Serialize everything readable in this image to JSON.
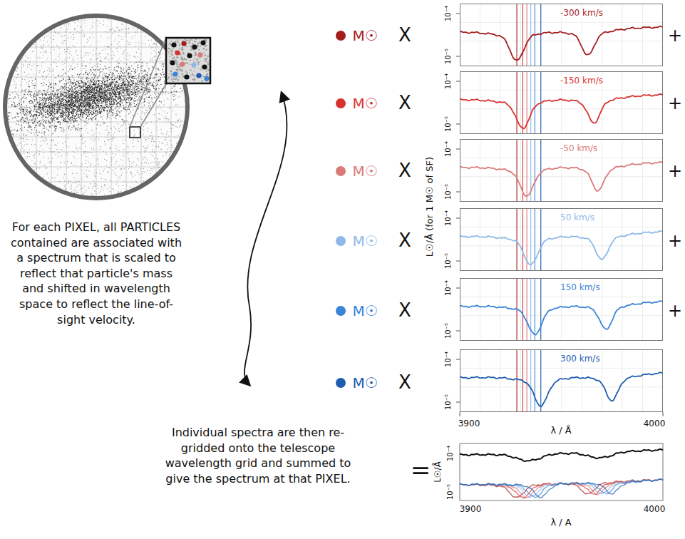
{
  "diagram": {
    "nodes": [
      {
        "text": [
          "-300 km/s"
        ]
      },
      {
        "text": [
          "-150 km/s"
        ]
      },
      {
        "text": [
          "-50 km/s"
        ]
      },
      {
        "text": [
          "50 km/s"
        ]
      },
      {
        "text": [
          "150 km/s"
        ]
      },
      {
        "text": [
          "300 km/s"
        ]
      }
    ],
    "labels": [
      "For each PIXEL, all PARTICLES contained are associated with a spectrum that is scaled to reflect that particle's mass and shifted in wavelength space to reflect the line-of-sight velocity.",
      "Individual spectra are then re-gridded onto the telescope wavelength grid and summed to give the spectrum at that PIXEL.",
      "M☉",
      "M☉",
      "M☉",
      "M☉",
      "M☉",
      "M☉",
      "X",
      "X",
      "X",
      "X",
      "X",
      "X",
      "+",
      "+",
      "+",
      "+",
      "+",
      "=",
      "L☉/Å (for 1 M☉ of SF)",
      "10⁻⁴",
      "10⁻⁵",
      "10⁻⁴",
      "10⁻⁵",
      "10⁻⁴",
      "10⁻⁵",
      "10⁻⁴",
      "10⁻⁵",
      "10⁻⁴",
      "10⁻⁵",
      "10⁻⁴",
      "10⁻⁵",
      "3900",
      "λ / Å",
      "4000",
      "L☉/Å",
      "10⁻⁴",
      "10⁻⁵",
      "3900",
      "λ / A",
      "4000"
    ]
  }
}
